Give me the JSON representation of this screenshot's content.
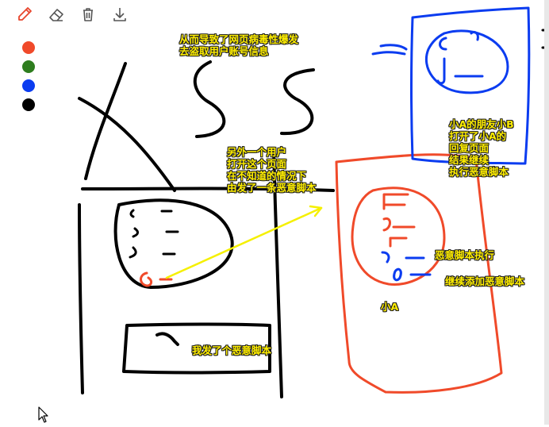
{
  "toolbar": {
    "tools": [
      "pencil-icon",
      "eraser-icon",
      "trash-icon",
      "download-icon"
    ]
  },
  "palette": {
    "colors": [
      "#f04a2a",
      "#2e7d1e",
      "#0b3cf0",
      "#000000"
    ]
  },
  "notes": {
    "top": "从而导致了网页病毒性爆发\n去盗取用户账号信息",
    "middle": "另外一个用户\n打开这个页面\n在不知道的情况下\n由发了一条恶意脚本",
    "friend": "小A的朋友小B\n打开了小A的\n回复页面\n结果继续\n执行恶意脚本",
    "exec": "恶意脚本执行",
    "continue": "继续添加恶意脚本",
    "xiaoa": "小A",
    "sent": "我发了个恶意脚本"
  }
}
